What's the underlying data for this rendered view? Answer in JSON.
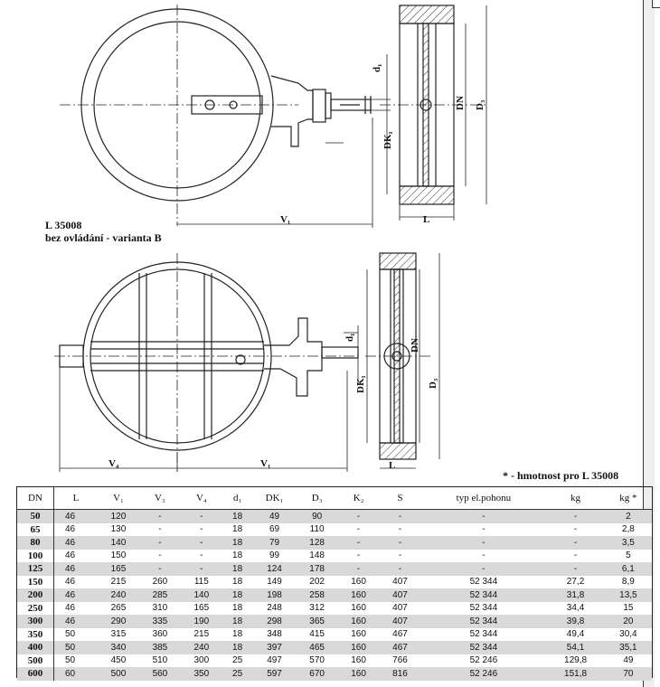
{
  "labels": {
    "model": "L 35008",
    "variant": "bez ovládání - varianta B",
    "weight_note": "* - hmotnost pro L 35008"
  },
  "dims": {
    "d1": "d₁",
    "DK1": "DK₁",
    "DN": "DN",
    "D3": "D₃",
    "L": "L",
    "V1": "V₁",
    "V4": "V₄"
  },
  "table": {
    "headers": [
      "DN",
      "L",
      "V₁",
      "V₃",
      "V₄",
      "d₁",
      "DK₁",
      "D₃",
      "K₂",
      "S",
      "typ el.pohonu",
      "kg",
      "kg *"
    ],
    "rows": [
      [
        "50",
        "46",
        "120",
        "-",
        "-",
        "18",
        "49",
        "90",
        "-",
        "-",
        "-",
        "-",
        "2"
      ],
      [
        "65",
        "46",
        "130",
        "-",
        "-",
        "18",
        "69",
        "110",
        "-",
        "-",
        "-",
        "-",
        "2,8"
      ],
      [
        "80",
        "46",
        "140",
        "-",
        "-",
        "18",
        "79",
        "128",
        "-",
        "-",
        "-",
        "-",
        "3,5"
      ],
      [
        "100",
        "46",
        "150",
        "-",
        "-",
        "18",
        "99",
        "148",
        "-",
        "-",
        "-",
        "-",
        "5"
      ],
      [
        "125",
        "46",
        "165",
        "-",
        "-",
        "18",
        "124",
        "178",
        "-",
        "-",
        "-",
        "-",
        "6,1"
      ],
      [
        "150",
        "46",
        "215",
        "260",
        "115",
        "18",
        "149",
        "202",
        "160",
        "407",
        "52 344",
        "27,2",
        "8,9"
      ],
      [
        "200",
        "46",
        "240",
        "285",
        "140",
        "18",
        "198",
        "258",
        "160",
        "407",
        "52 344",
        "31,8",
        "13,5"
      ],
      [
        "250",
        "46",
        "265",
        "310",
        "165",
        "18",
        "248",
        "312",
        "160",
        "407",
        "52 344",
        "34,4",
        "15"
      ],
      [
        "300",
        "46",
        "290",
        "335",
        "190",
        "18",
        "298",
        "365",
        "160",
        "407",
        "52 344",
        "39,8",
        "20"
      ],
      [
        "350",
        "50",
        "315",
        "360",
        "215",
        "18",
        "348",
        "415",
        "160",
        "467",
        "52 344",
        "49,4",
        "30,4"
      ],
      [
        "400",
        "50",
        "340",
        "385",
        "240",
        "18",
        "397",
        "465",
        "160",
        "467",
        "52 344",
        "54,1",
        "35,1"
      ],
      [
        "500",
        "50",
        "450",
        "510",
        "300",
        "25",
        "497",
        "570",
        "160",
        "766",
        "52 246",
        "129,8",
        "49"
      ],
      [
        "600",
        "60",
        "500",
        "560",
        "350",
        "25",
        "597",
        "670",
        "160",
        "816",
        "52 246",
        "151,8",
        "70"
      ]
    ]
  }
}
